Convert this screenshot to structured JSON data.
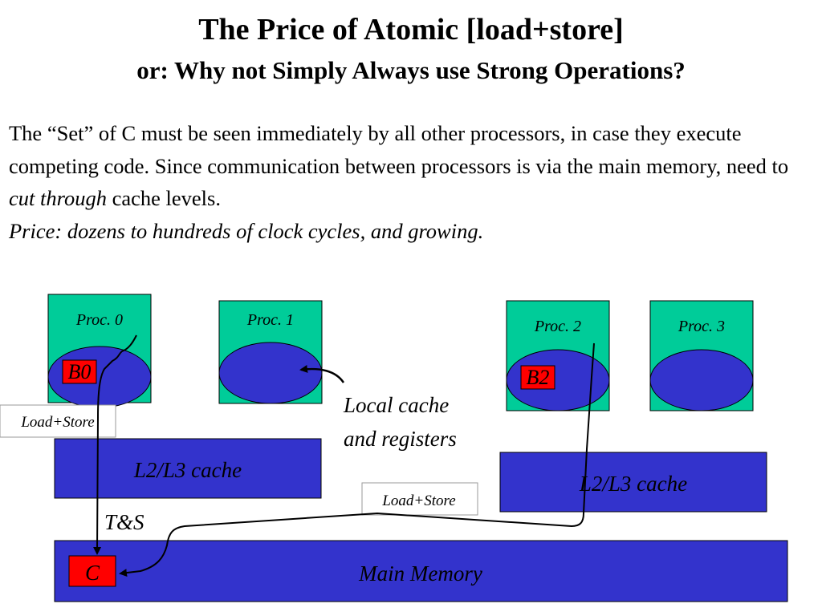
{
  "title": "The Price of Atomic [load+store]",
  "subtitle": "or: Why not Simply Always use Strong Operations?",
  "paragraph": {
    "p1": "The “Set” of C must be seen immediately by all other processors, in case they execute competing code. Since communication between processors is via the main memory, need to ",
    "p1_italic": "cut through",
    "p2": " cache levels.",
    "price_line": "Price: dozens to hundreds of clock cycles, and growing."
  },
  "diagram": {
    "processors": [
      {
        "label": "Proc. 0",
        "register": "B0"
      },
      {
        "label": "Proc. 1",
        "register": ""
      },
      {
        "label": "Proc. 2",
        "register": "B2"
      },
      {
        "label": "Proc. 3",
        "register": ""
      }
    ],
    "l2_left": "L2/L3 cache",
    "l2_right": "L2/L3 cache",
    "main_memory": "Main Memory",
    "memory_cell": "C",
    "local_cache_line1": "Local cache",
    "local_cache_line2": "and registers",
    "load_store_left": "Load+Store",
    "load_store_right": "Load+Store",
    "ts_label": "T&S"
  },
  "colors": {
    "proc_fill": "#00cc99",
    "cache_fill": "#3333cc",
    "register_fill": "#ff0000"
  }
}
